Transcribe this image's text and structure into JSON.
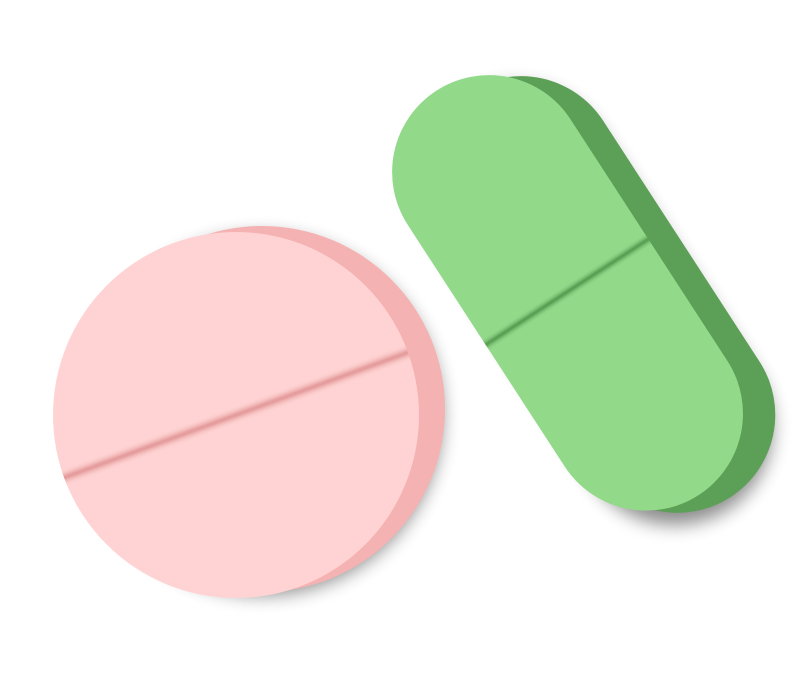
{
  "scene": {
    "background": "#ffffff",
    "objects": [
      {
        "name": "round-tablet",
        "shape": "round",
        "color_top": "#ffd3d3",
        "color_edge": "#f5b2b2",
        "score_line": "#e9a3a3"
      },
      {
        "name": "capsule-tablet",
        "shape": "oblong",
        "color_top": "#92d98a",
        "color_edge": "#5c9f56",
        "score_line": "#63a85c"
      }
    ]
  }
}
